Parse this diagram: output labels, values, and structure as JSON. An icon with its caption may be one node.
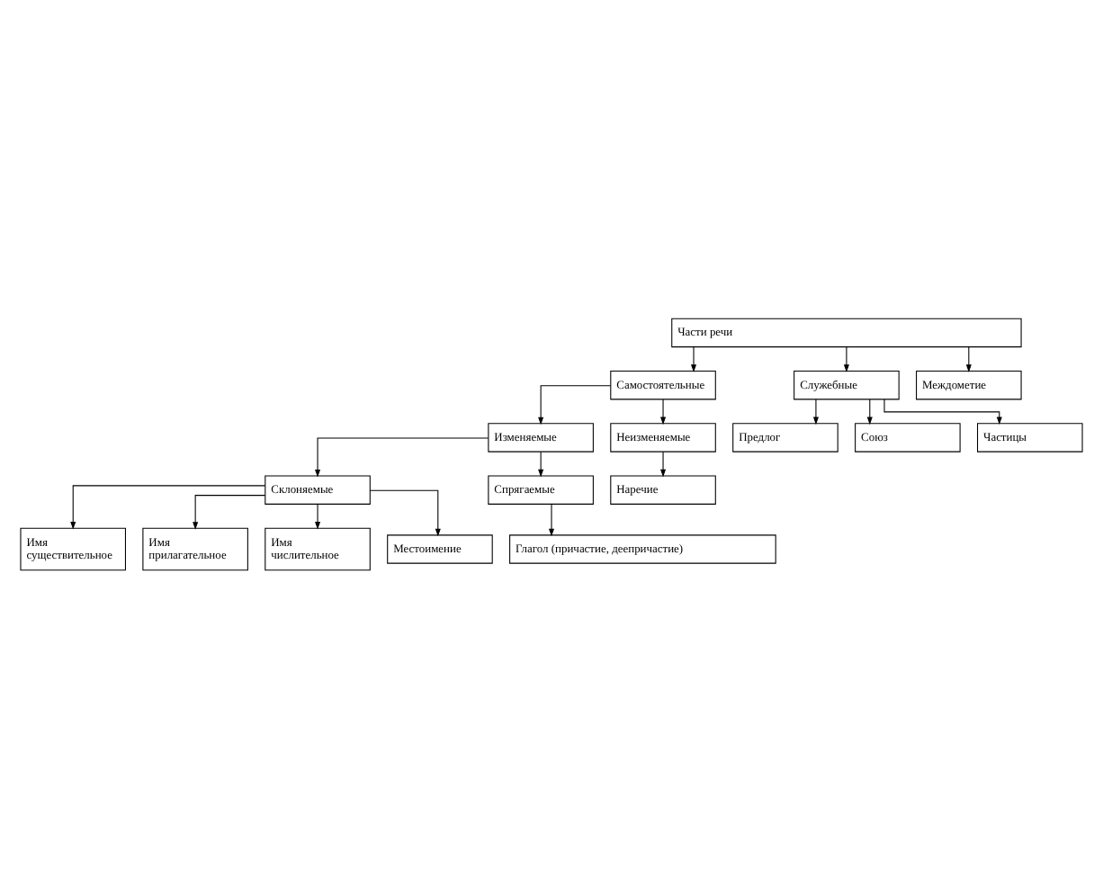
{
  "diagram": {
    "nodes": [
      {
        "text": [
          "Части речи"
        ]
      },
      {
        "text": [
          "Самостоятельные"
        ]
      },
      {
        "text": [
          "Служебные"
        ]
      },
      {
        "text": [
          "Междометие"
        ]
      },
      {
        "text": [
          "Изменяемые"
        ]
      },
      {
        "text": [
          "Неизменяемые"
        ]
      },
      {
        "text": [
          "Предлог"
        ]
      },
      {
        "text": [
          "Союз"
        ]
      },
      {
        "text": [
          "Частицы"
        ]
      },
      {
        "text": [
          "Склоняемые"
        ]
      },
      {
        "text": [
          "Спрягаемые"
        ]
      },
      {
        "text": [
          "Наречие"
        ]
      },
      {
        "text": [
          "Глагол (причастие, деепричастие)"
        ]
      },
      {
        "text": [
          "Имя существительное"
        ]
      },
      {
        "text": [
          "Имя прилагательное"
        ]
      },
      {
        "text": [
          "Имя числительное"
        ]
      },
      {
        "text": [
          "Местоимение"
        ]
      }
    ],
    "edges": [
      {
        "from": 0,
        "to": 1,
        "arrow": "to"
      },
      {
        "from": 0,
        "to": 2,
        "arrow": "to"
      },
      {
        "from": 0,
        "to": 3,
        "arrow": "to"
      },
      {
        "from": 1,
        "to": 4,
        "arrow": "to"
      },
      {
        "from": 1,
        "to": 5,
        "arrow": "to"
      },
      {
        "from": 2,
        "to": 6,
        "arrow": "to"
      },
      {
        "from": 2,
        "to": 7,
        "arrow": "to"
      },
      {
        "from": 2,
        "to": 8,
        "arrow": "to"
      },
      {
        "from": 4,
        "to": 9,
        "arrow": "to"
      },
      {
        "from": 4,
        "to": 10,
        "arrow": "to"
      },
      {
        "from": 5,
        "to": 11,
        "arrow": "to"
      },
      {
        "from": 10,
        "to": 12,
        "arrow": "to"
      },
      {
        "from": 9,
        "to": 13,
        "arrow": "to"
      },
      {
        "from": 9,
        "to": 14,
        "arrow": "to"
      },
      {
        "from": 9,
        "to": 15,
        "arrow": "to"
      },
      {
        "from": 9,
        "to": 16,
        "arrow": "to"
      }
    ]
  }
}
